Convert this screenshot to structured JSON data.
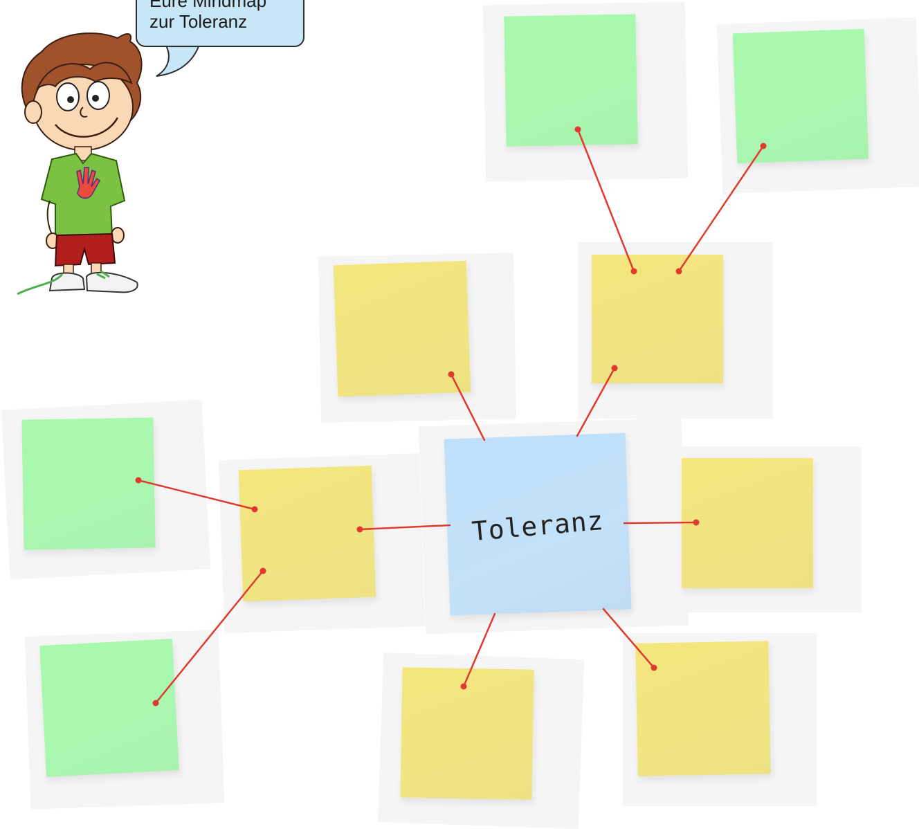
{
  "speech_bubble": {
    "line1": "Eure Mindmap",
    "line2": "zur Toleranz"
  },
  "center_note": {
    "label": "Toleranz",
    "color": "#c2e0f8"
  },
  "colors": {
    "yellow_note": "#f2e583",
    "green_note": "#a9f6af",
    "blue_note": "#c2e0f8",
    "connector": "#e03a2e"
  }
}
